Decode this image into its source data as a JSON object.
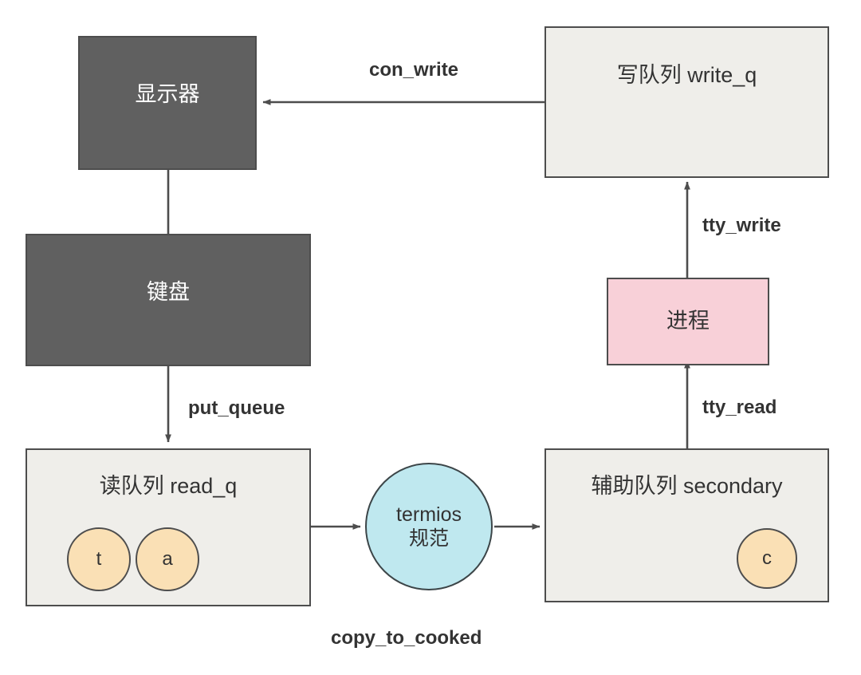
{
  "diagram": {
    "title": "tty queues data flow",
    "colors": {
      "dark_node_fill": "#606060",
      "light_node_fill": "#efeeea",
      "pink_node_fill": "#f8d0d8",
      "token_circle_fill": "#fae0b5",
      "termios_circle_fill": "#bfe8ef",
      "stroke": "#4d4d4d",
      "text_dark": "#333333",
      "text_light": "#ffffff",
      "background": "#ffffff"
    },
    "nodes": {
      "monitor": {
        "label": "显示器"
      },
      "keyboard": {
        "label": "键盘"
      },
      "read_queue": {
        "label": "读队列 read_q"
      },
      "termios": {
        "line1": "termios",
        "line2": "规范"
      },
      "secondary_queue": {
        "label": "辅助队列 secondary"
      },
      "process": {
        "label": "进程"
      },
      "write_queue": {
        "label": "写队列 write_q"
      }
    },
    "tokens": {
      "read_q_char_1": "t",
      "read_q_char_2": "a",
      "secondary_char_1": "c"
    },
    "edges": {
      "con_write": "con_write",
      "put_queue": "put_queue",
      "copy_to_cooked": "copy_to_cooked",
      "tty_write": "tty_write",
      "tty_read": "tty_read"
    }
  }
}
